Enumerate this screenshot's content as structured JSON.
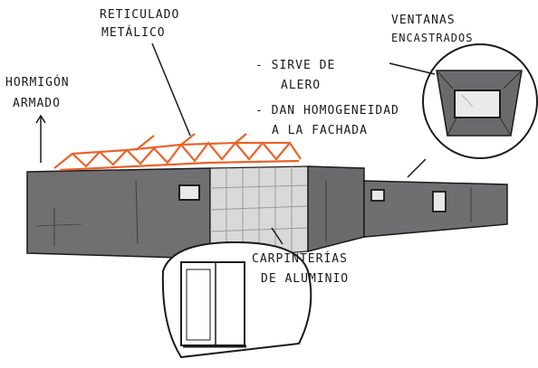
{
  "labels": {
    "reticulado_line1": "RETICULADO",
    "reticulado_line2": "METÁLICO",
    "hormigon_line1": "HORMIGÓN",
    "hormigon_line2": "ARMADO",
    "sirve_line1": "- SIRVE DE",
    "sirve_line2": "ALERO",
    "dan_line1": "- DAN HOMOGENEIDAD",
    "dan_line2": "A LA FACHADA",
    "ventanas_line1": "VENTANAS",
    "ventanas_line2": "ENCASTRADOS",
    "carpinterias_line1": "CARPINTERÍAS",
    "carpinterias_line2": "DE ALUMINIO"
  },
  "colors": {
    "concrete": "#6f6f71",
    "concrete_dark": "#4a4a4c",
    "glass": "#dcdcdc",
    "truss": "#e8632a",
    "ink": "#1a1a1a"
  }
}
